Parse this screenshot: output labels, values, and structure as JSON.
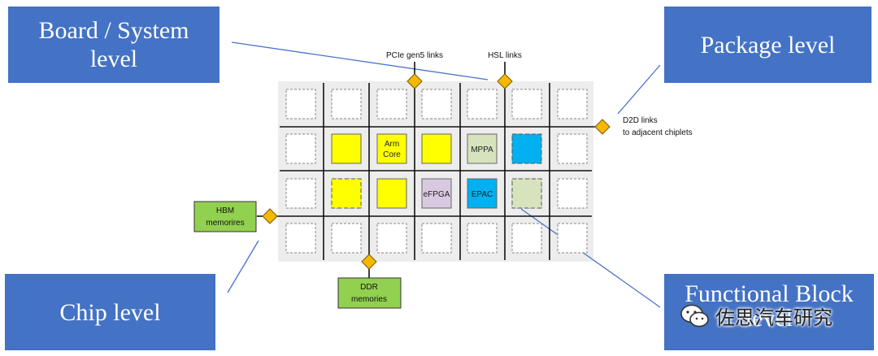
{
  "levels": {
    "board_system": "Board / System\nlevel",
    "package": "Package level",
    "chip": "Chip level",
    "functional_block": "Functional Block\nlevel"
  },
  "links": {
    "pcie": "PCIe gen5 links",
    "hsl": "HSL links",
    "d2d_line1": "D2D links",
    "d2d_line2": "to adjacent chiplets"
  },
  "memories": {
    "hbm_line1": "HBM",
    "hbm_line2": "memorires",
    "ddr_line1": "DDR",
    "ddr_line2": "memories"
  },
  "blocks": {
    "arm_line1": "Arm",
    "arm_line2": "Core",
    "mppa": "MPPA",
    "efpga": "eFPGA",
    "epac": "EPAC"
  },
  "watermark": "佐思汽车研究",
  "colors": {
    "level_box": "#4472c4",
    "arm_core": "#ffff00",
    "mppa": "#d6e3bc",
    "efpga": "#d9c9e0",
    "epac": "#00b0f0",
    "memory": "#92d050",
    "link_diamond": "#f5b800"
  }
}
